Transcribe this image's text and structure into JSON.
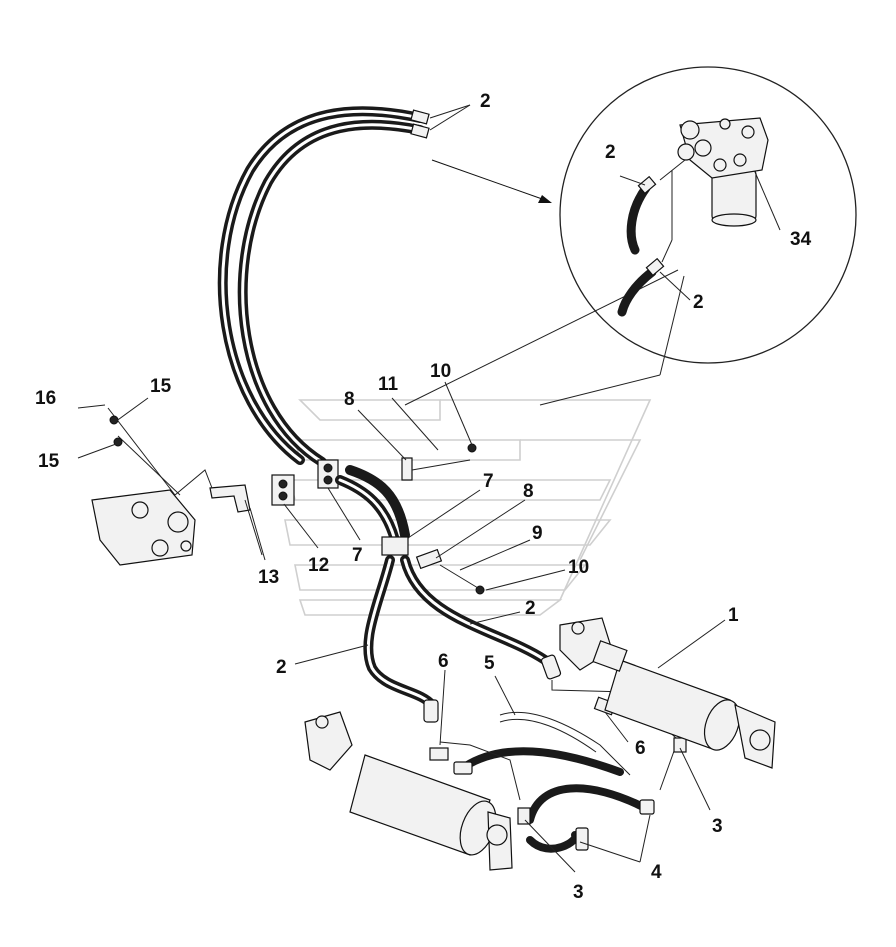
{
  "diagram": {
    "callouts": [
      {
        "id": "c-2-top",
        "text": "2"
      },
      {
        "id": "c-2-inset-a",
        "text": "2"
      },
      {
        "id": "c-34",
        "text": "34"
      },
      {
        "id": "c-2-inset-b",
        "text": "2"
      },
      {
        "id": "c-16",
        "text": "16"
      },
      {
        "id": "c-15-a",
        "text": "15"
      },
      {
        "id": "c-15-b",
        "text": "15"
      },
      {
        "id": "c-11",
        "text": "11"
      },
      {
        "id": "c-10-a",
        "text": "10"
      },
      {
        "id": "c-8-a",
        "text": "8"
      },
      {
        "id": "c-7-a",
        "text": "7"
      },
      {
        "id": "c-8-b",
        "text": "8"
      },
      {
        "id": "c-9",
        "text": "9"
      },
      {
        "id": "c-10-b",
        "text": "10"
      },
      {
        "id": "c-13",
        "text": "13"
      },
      {
        "id": "c-12",
        "text": "12"
      },
      {
        "id": "c-7-b",
        "text": "7"
      },
      {
        "id": "c-2-mid",
        "text": "2"
      },
      {
        "id": "c-1",
        "text": "1"
      },
      {
        "id": "c-2-left",
        "text": "2"
      },
      {
        "id": "c-6-a",
        "text": "6"
      },
      {
        "id": "c-5",
        "text": "5"
      },
      {
        "id": "c-6-b",
        "text": "6"
      },
      {
        "id": "c-3-a",
        "text": "3"
      },
      {
        "id": "c-4",
        "text": "4"
      },
      {
        "id": "c-3-b",
        "text": "3"
      }
    ]
  }
}
